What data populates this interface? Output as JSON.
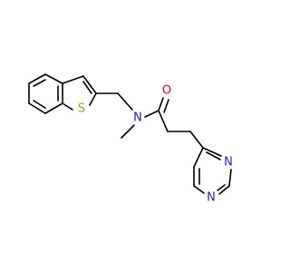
{
  "molecule": {
    "atoms": [
      {
        "label": "S",
        "color": "#b3a400"
      },
      {
        "label": "N",
        "color": "#2020d0"
      },
      {
        "label": "O",
        "color": "#e00000"
      },
      {
        "label": "N",
        "color": "#2020d0"
      },
      {
        "label": "N",
        "color": "#2020d0"
      }
    ]
  }
}
